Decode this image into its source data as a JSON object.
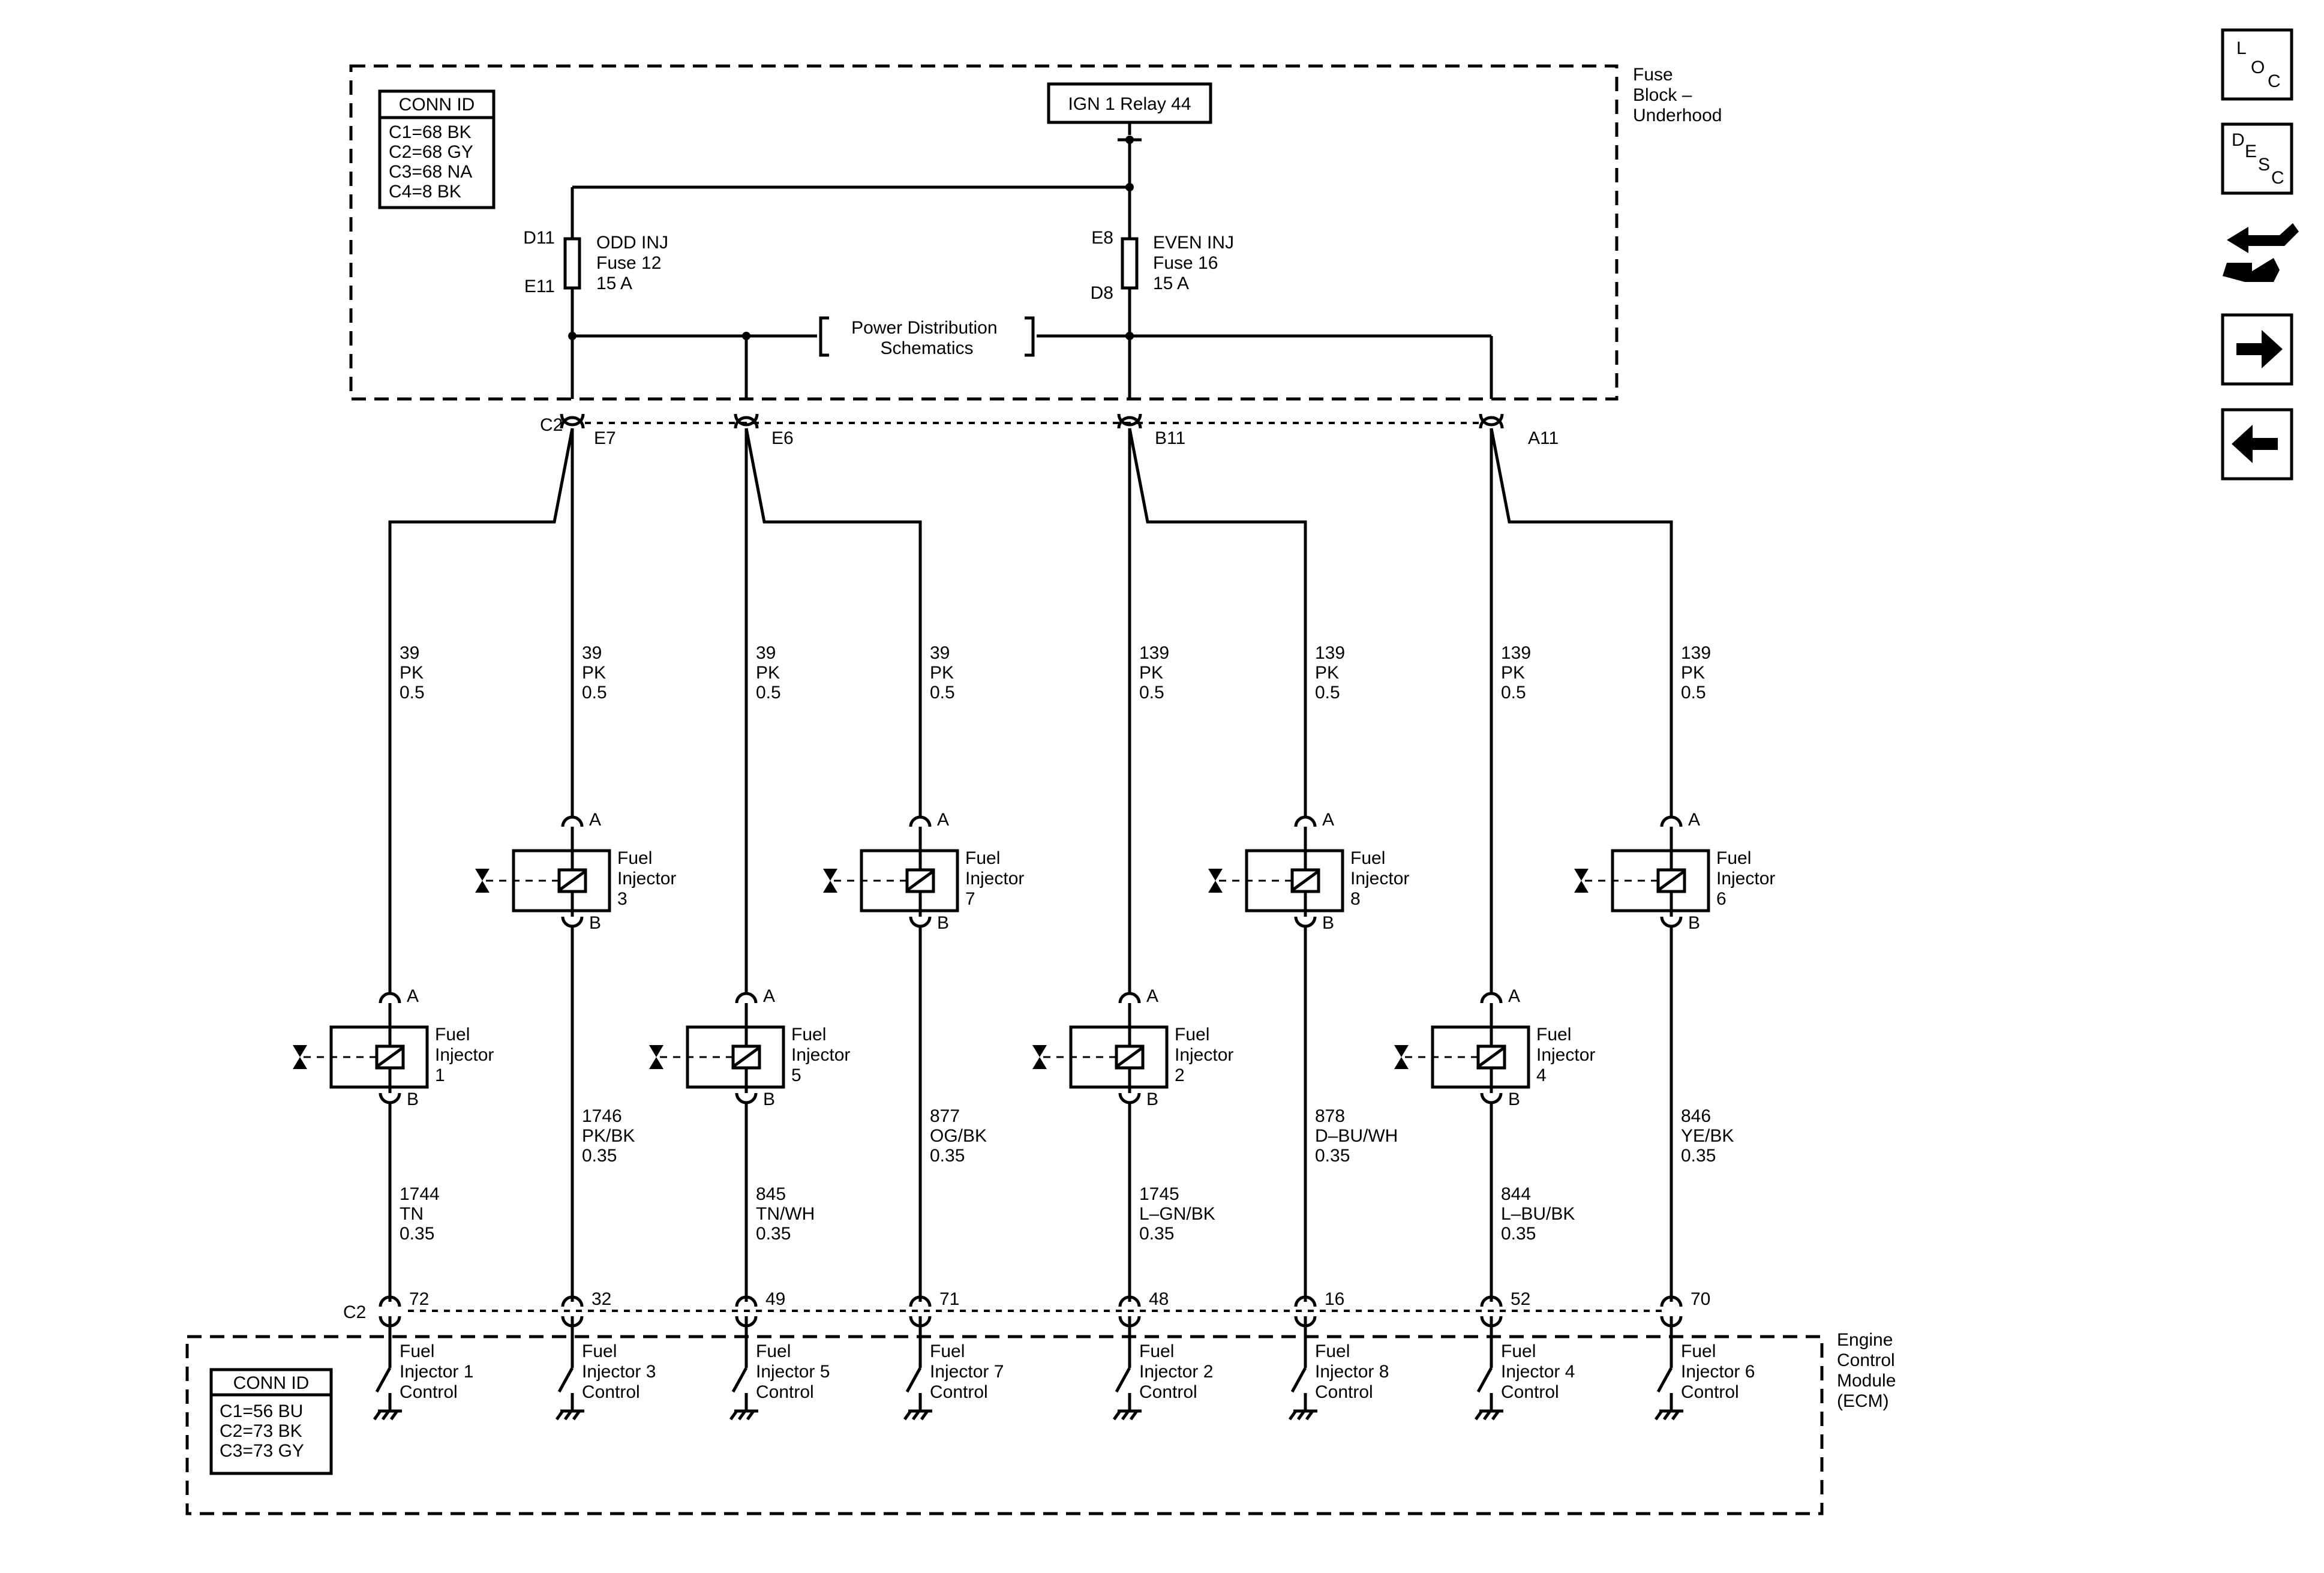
{
  "fuse_block": {
    "title_lines": [
      "Fuse",
      "Block –",
      "Underhood"
    ],
    "conn_id": {
      "header": "CONN ID",
      "lines": [
        "C1=68 BK",
        "C2=68 GY",
        "C3=68 NA",
        "C4=8 BK"
      ]
    },
    "relay_label": "IGN 1 Relay 44",
    "odd_fuse": {
      "pin_top": "D11",
      "pin_bottom": "E11",
      "lines": [
        "ODD INJ",
        "Fuse 12",
        "15 A"
      ]
    },
    "even_fuse": {
      "pin_top": "E8",
      "pin_bottom": "D8",
      "lines": [
        "EVEN INJ",
        "Fuse 16",
        "15 A"
      ]
    },
    "power_dist_lines": [
      "Power Distribution",
      "Schematics"
    ],
    "connector_name": "C2",
    "pins": [
      "E7",
      "E6",
      "B11",
      "A11"
    ]
  },
  "injectors": [
    {
      "name_lines": [
        "Fuel",
        "Injector",
        "1"
      ],
      "wire_top": [
        "39",
        "PK",
        "0.5"
      ],
      "wire_bottom": [
        "1744",
        "TN",
        "0.35"
      ],
      "ecm_pin": "72",
      "control_lines": [
        "Fuel",
        "Injector 1",
        "Control"
      ]
    },
    {
      "name_lines": [
        "Fuel",
        "Injector",
        "3"
      ],
      "wire_top": [
        "39",
        "PK",
        "0.5"
      ],
      "wire_bottom": [
        "1746",
        "PK/BK",
        "0.35"
      ],
      "ecm_pin": "32",
      "control_lines": [
        "Fuel",
        "Injector 3",
        "Control"
      ]
    },
    {
      "name_lines": [
        "Fuel",
        "Injector",
        "5"
      ],
      "wire_top": [
        "39",
        "PK",
        "0.5"
      ],
      "wire_bottom": [
        "845",
        "TN/WH",
        "0.35"
      ],
      "ecm_pin": "49",
      "control_lines": [
        "Fuel",
        "Injector 5",
        "Control"
      ]
    },
    {
      "name_lines": [
        "Fuel",
        "Injector",
        "7"
      ],
      "wire_top": [
        "39",
        "PK",
        "0.5"
      ],
      "wire_bottom": [
        "877",
        "OG/BK",
        "0.35"
      ],
      "ecm_pin": "71",
      "control_lines": [
        "Fuel",
        "Injector 7",
        "Control"
      ]
    },
    {
      "name_lines": [
        "Fuel",
        "Injector",
        "2"
      ],
      "wire_top": [
        "139",
        "PK",
        "0.5"
      ],
      "wire_bottom": [
        "1745",
        "L–GN/BK",
        "0.35"
      ],
      "ecm_pin": "48",
      "control_lines": [
        "Fuel",
        "Injector 2",
        "Control"
      ]
    },
    {
      "name_lines": [
        "Fuel",
        "Injector",
        "8"
      ],
      "wire_top": [
        "139",
        "PK",
        "0.5"
      ],
      "wire_bottom": [
        "878",
        "D–BU/WH",
        "0.35"
      ],
      "ecm_pin": "16",
      "control_lines": [
        "Fuel",
        "Injector 8",
        "Control"
      ]
    },
    {
      "name_lines": [
        "Fuel",
        "Injector",
        "4"
      ],
      "wire_top": [
        "139",
        "PK",
        "0.5"
      ],
      "wire_bottom": [
        "844",
        "L–BU/BK",
        "0.35"
      ],
      "ecm_pin": "52",
      "control_lines": [
        "Fuel",
        "Injector 4",
        "Control"
      ]
    },
    {
      "name_lines": [
        "Fuel",
        "Injector",
        "6"
      ],
      "wire_top": [
        "139",
        "PK",
        "0.5"
      ],
      "wire_bottom": [
        "846",
        "YE/BK",
        "0.35"
      ],
      "ecm_pin": "70",
      "control_lines": [
        "Fuel",
        "Injector 6",
        "Control"
      ]
    }
  ],
  "injector_pin_a": "A",
  "injector_pin_b": "B",
  "ecm": {
    "title_lines": [
      "Engine",
      "Control",
      "Module",
      "(ECM)"
    ],
    "connector_name": "C2",
    "conn_id": {
      "header": "CONN ID",
      "lines": [
        "C1=56 BU",
        "C2=73 BK",
        "C3=73 GY"
      ]
    }
  },
  "sidebar": {
    "loc": [
      "L",
      "O",
      "C"
    ],
    "desc": [
      "D",
      "E",
      "S",
      "C"
    ],
    "icons": [
      "connector-end-view-icon",
      "next-arrow-icon",
      "previous-arrow-icon"
    ]
  }
}
